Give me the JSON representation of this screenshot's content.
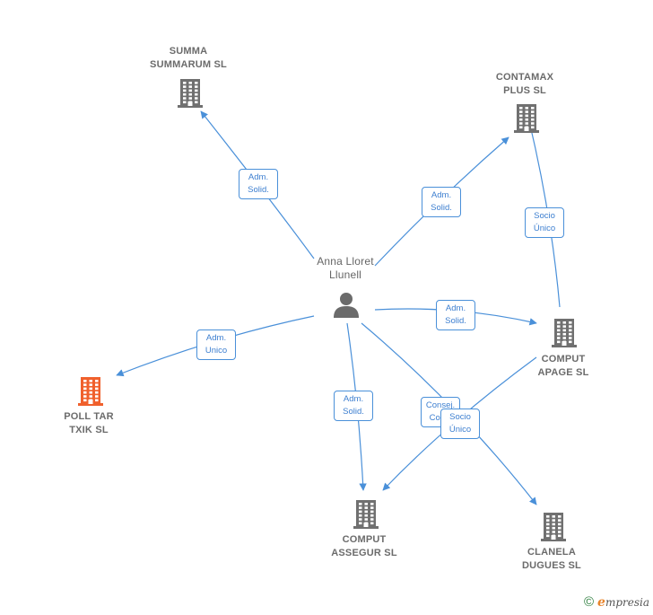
{
  "colors": {
    "edge": "#4a90d9",
    "company_icon": "#707070",
    "focus_icon": "#f0602c",
    "person_icon": "#6b6b6b"
  },
  "person": {
    "name": "Anna Lloret\nLlunell",
    "icon": "person-icon"
  },
  "companies": [
    {
      "id": "summa",
      "name": "SUMMA\nSUMMARUM SL",
      "icon": "building-icon"
    },
    {
      "id": "contamax",
      "name": "CONTAMAX\nPLUS  SL",
      "icon": "building-icon"
    },
    {
      "id": "apage",
      "name": "COMPUT\nAPAGE  SL",
      "icon": "building-icon"
    },
    {
      "id": "polltar",
      "name": "POLL TAR\nTXIK  SL",
      "icon": "building-icon",
      "focus": true
    },
    {
      "id": "assegur",
      "name": "COMPUT\nASSEGUR  SL",
      "icon": "building-icon"
    },
    {
      "id": "clanela",
      "name": "CLANELA\nDUGUES SL",
      "icon": "building-icon"
    }
  ],
  "edges": [
    {
      "id": "e1",
      "label": "Adm.\nSolid."
    },
    {
      "id": "e2",
      "label": "Adm.\nSolid."
    },
    {
      "id": "e3",
      "label": "Adm.\nSolid."
    },
    {
      "id": "e4",
      "label": "Adm.\nUnico"
    },
    {
      "id": "e5",
      "label": "Adm.\nSolid."
    },
    {
      "id": "e6",
      "label": "Consej.\nCons."
    },
    {
      "id": "e7",
      "label": "Socio\nÚnico"
    },
    {
      "id": "e8",
      "label": "Socio\nÚnico"
    }
  ],
  "footer": {
    "copyright": "©",
    "brand_initial": "e",
    "brand_rest": "mpresia"
  }
}
